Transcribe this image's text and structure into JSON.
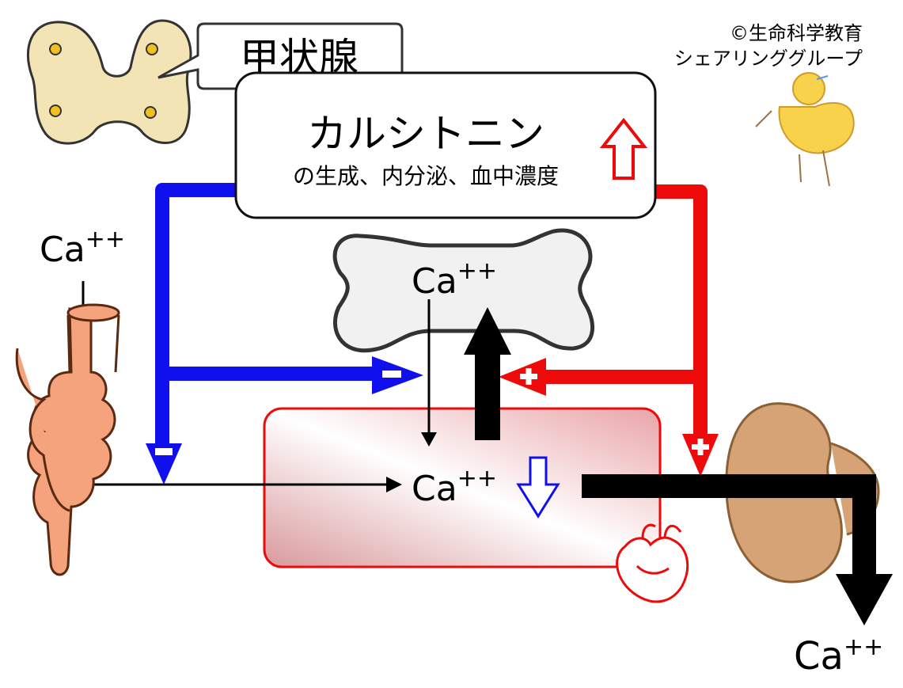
{
  "copyright": {
    "line1": "©生命科学教育",
    "line2": "シェアリンググループ"
  },
  "organs": {
    "thyroid_label": "甲状腺"
  },
  "hormone": {
    "name": "カルシトニン",
    "description": "の生成、内分泌、血中濃度"
  },
  "ions": {
    "intestine": "Ca++",
    "bone": "Ca++",
    "blood": "Ca++",
    "urine": "Ca++"
  },
  "signs": {
    "bone_absorb_effect": "-",
    "intestine_effect": "-",
    "bone_release_effect": "+",
    "kidney_effect": "+"
  },
  "colors": {
    "inhibit": "#1010ee",
    "promote": "#ee0a0a",
    "flow": "#000000",
    "blood_box": "#e8b5b8",
    "bone_fill": "#f1f1f1",
    "thyroid_fill": "#f3e4b5",
    "intestine_fill": "#f4a37d",
    "kidney_fill": "#d6a377"
  }
}
